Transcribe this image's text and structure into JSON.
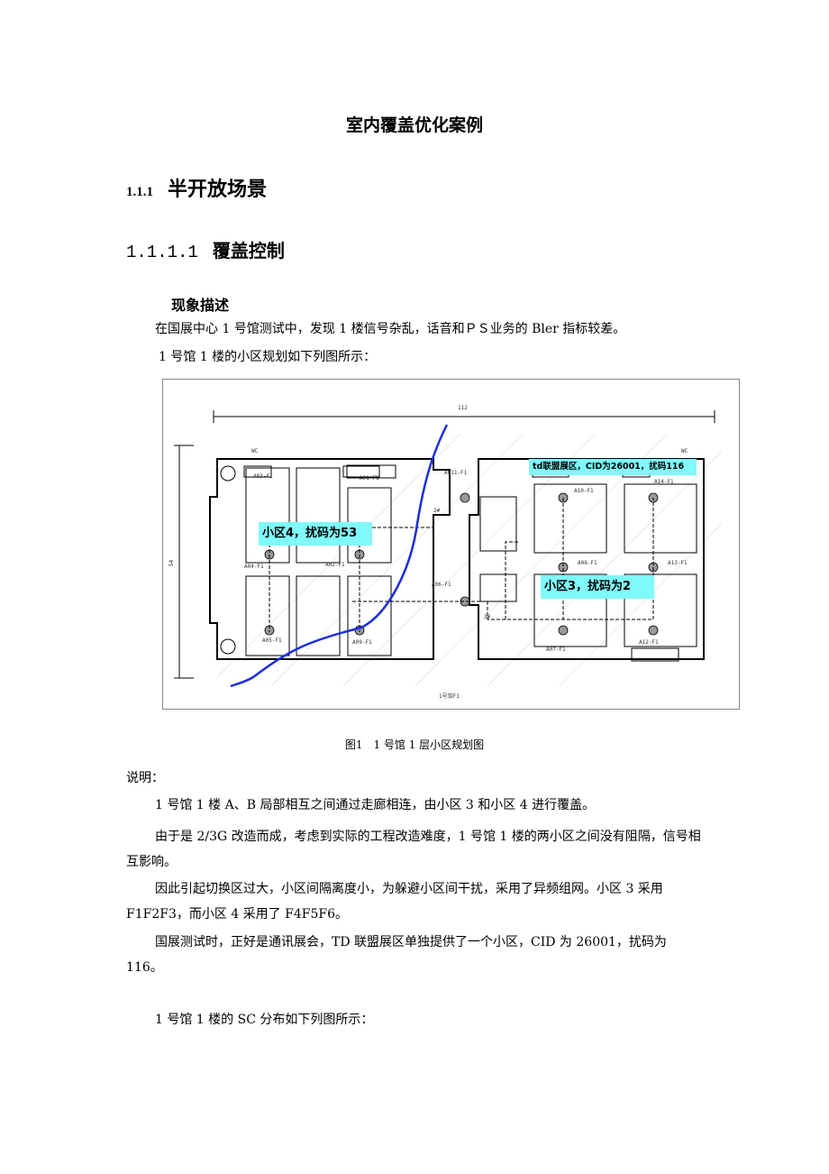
{
  "title": "室内覆盖优化案例",
  "section": {
    "number": "1.1.1",
    "title": "半开放场景"
  },
  "subsection": {
    "number": "1.1.1.1",
    "title": "覆盖控制"
  },
  "heading": "现象描述",
  "intro": [
    "在国展中心 1 号馆测试中，发现 1 楼信号杂乱，话音和ＰＳ业务的 Bler 指标较差。",
    "1 号馆 1 楼的小区规划如下列图所示："
  ],
  "figure": {
    "dimension_width": "112",
    "dimension_height": "54",
    "floor_label": "1号馆F1",
    "cell4_label": "小区4，扰码为53",
    "cell3_label": "小区3，扰码为2",
    "td_label": "td联盟展区，CID为26001，扰码116",
    "rooms": [
      "A03-F1",
      "A01-F1",
      "A011-F1",
      "A04-F1",
      "A02-F1",
      "A05-F1",
      "A09-F1",
      "A06-F1",
      "A10-F1",
      "A14-F1",
      "A08-F1",
      "A13-F1",
      "A07-F1",
      "A12-F1"
    ],
    "wc": "WC",
    "shaft2": "2#",
    "shaft3": "3#"
  },
  "caption": "图1　1 号馆 1 层小区规划图",
  "note_label": "说明：",
  "paragraphs": [
    "1 号馆 1 楼 A、B 局部相互之间通过走廊相连，由小区 3 和小区 4 进行覆盖。",
    "由于是 2/3G 改造而成，考虑到实际的工程改造难度，1 号馆 1 楼的两小区之间没有阻隔，信号相互影响。",
    "因此引起切换区过大，小区间隔离度小，为躲避小区间干扰，采用了异频组网。小区 3 采用 F1F2F3，而小区 4 采用了 F4F5F6。",
    "国展测试时，正好是通讯展会，TD 联盟展区单独提供了一个小区，CID 为 26001，扰码为 116。"
  ],
  "sc_intro": "1 号馆 1 楼的 SC 分布如下列图所示："
}
